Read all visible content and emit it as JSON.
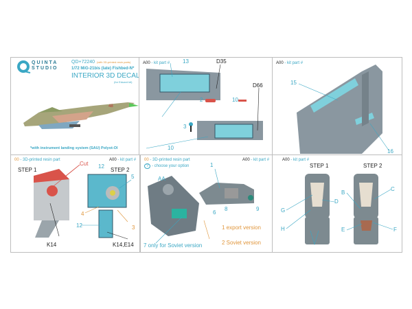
{
  "brand": {
    "name_line1": "QUINTA",
    "name_line2": "STUDIO"
  },
  "header": {
    "code": "QD+72240",
    "code_note": "(with 3D-printed resin parts)",
    "model": "1/72 MiG-21bis (late) Fishbed-N*",
    "title": "INTERIOR 3D DECAL",
    "for_kit": "(for Eduard kit)",
    "aircraft_marking": "48",
    "footnote": "*with instrument landing system (SAU) Polyot-OI"
  },
  "legend": {
    "kit_code": "A00",
    "kit_text": "- kit part #",
    "resin_code": "00",
    "resin_text": "- 3D-printed resin part",
    "option_icon": "?",
    "option_text": "- choose your option"
  },
  "panel2": {
    "labels": [
      "13",
      "D35",
      "D66",
      "2",
      "10",
      "3",
      "10"
    ]
  },
  "panel3": {
    "labels": [
      "15",
      "16"
    ]
  },
  "panel4": {
    "step1": "STEP 1",
    "step2": "STEP 2",
    "cut": "Cut",
    "labels": [
      "12",
      "5",
      "4",
      "3",
      "12"
    ],
    "k14": "K14",
    "k14e14": "K14,E14"
  },
  "panel5": {
    "labels": [
      "AA",
      "1",
      "8",
      "6",
      "9"
    ],
    "note7": "7 only for Soviet version",
    "option1": "1 export version",
    "option2": "2 Soviet version"
  },
  "panel6": {
    "step1": "STEP 1",
    "step2": "STEP 2",
    "labels": [
      "G",
      "D",
      "H",
      "B",
      "C",
      "E",
      "F"
    ]
  },
  "colors": {
    "accent": "#3aa7c4",
    "orange": "#e0963c",
    "resin": "#d9534a",
    "plastic": "#8a97a0",
    "decal": "#7fd0dc"
  }
}
